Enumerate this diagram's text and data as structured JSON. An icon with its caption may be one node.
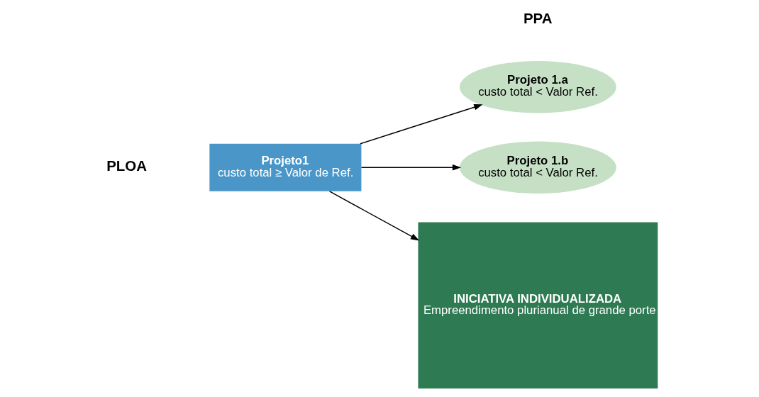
{
  "diagram": {
    "nodes": [
      {
        "text": [
          "Projeto1",
          "custo total ≥ Valor de Ref."
        ]
      },
      {
        "text": [
          "Projeto 1.a",
          "custo total < Valor Ref."
        ]
      },
      {
        "text": [
          "Projeto 1.b",
          "custo total < Valor Ref."
        ]
      },
      {
        "text": [
          "INICIATIVA INDIVIDUALIZADA",
          "Empreendimento plurianual de grande porte"
        ]
      }
    ],
    "edges": [
      {
        "from": 0,
        "to": 1,
        "arrow": "to"
      },
      {
        "from": 0,
        "to": 2,
        "arrow": "to"
      },
      {
        "from": 0,
        "to": 3,
        "arrow": "to"
      }
    ],
    "labels": [
      "PLOA",
      "PPA"
    ]
  }
}
